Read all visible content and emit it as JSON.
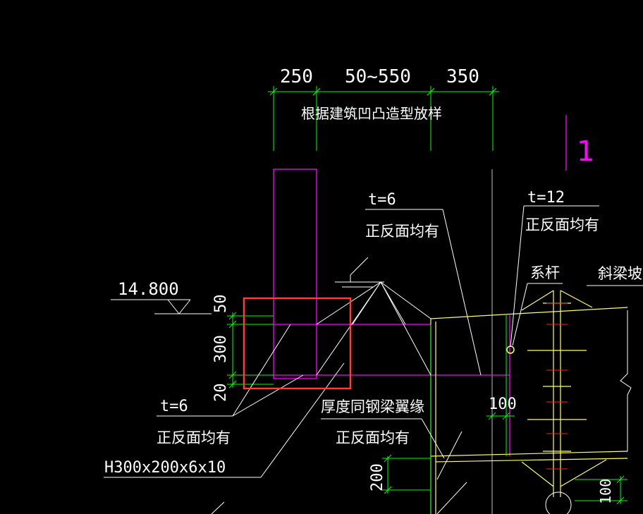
{
  "colors": {
    "background": "#000000",
    "dimension": "#00ff00",
    "steel_profile": "#ff00ff",
    "beam": "#ffff66",
    "leader": "#ffffff",
    "highlight": "#ff3b3b"
  },
  "top_dims": {
    "d1": "250",
    "d2": "50~550",
    "d3": "350",
    "note": "根据建筑凹凸造型放样"
  },
  "section_mark": "1",
  "elevation": "14.800",
  "left_dims": {
    "d1": "50",
    "d2": "300",
    "d3": "20"
  },
  "callouts": {
    "plate_a_thickness": "t=6",
    "plate_a_note": "正反面均有",
    "plate_b_thickness": "t=12",
    "plate_b_note": "正反面均有",
    "tie_rod": "系杆",
    "sloped_beam": "斜梁坡度",
    "plate_c_thickness": "t=6",
    "plate_c_note": "正反面均有",
    "section_label": "H300x200x6x10",
    "flange_note": "厚度同钢梁翼缘",
    "flange_note_sub": "正反面均有"
  },
  "dims_other": {
    "d100": "100",
    "d200": "200",
    "d100b": "100"
  }
}
